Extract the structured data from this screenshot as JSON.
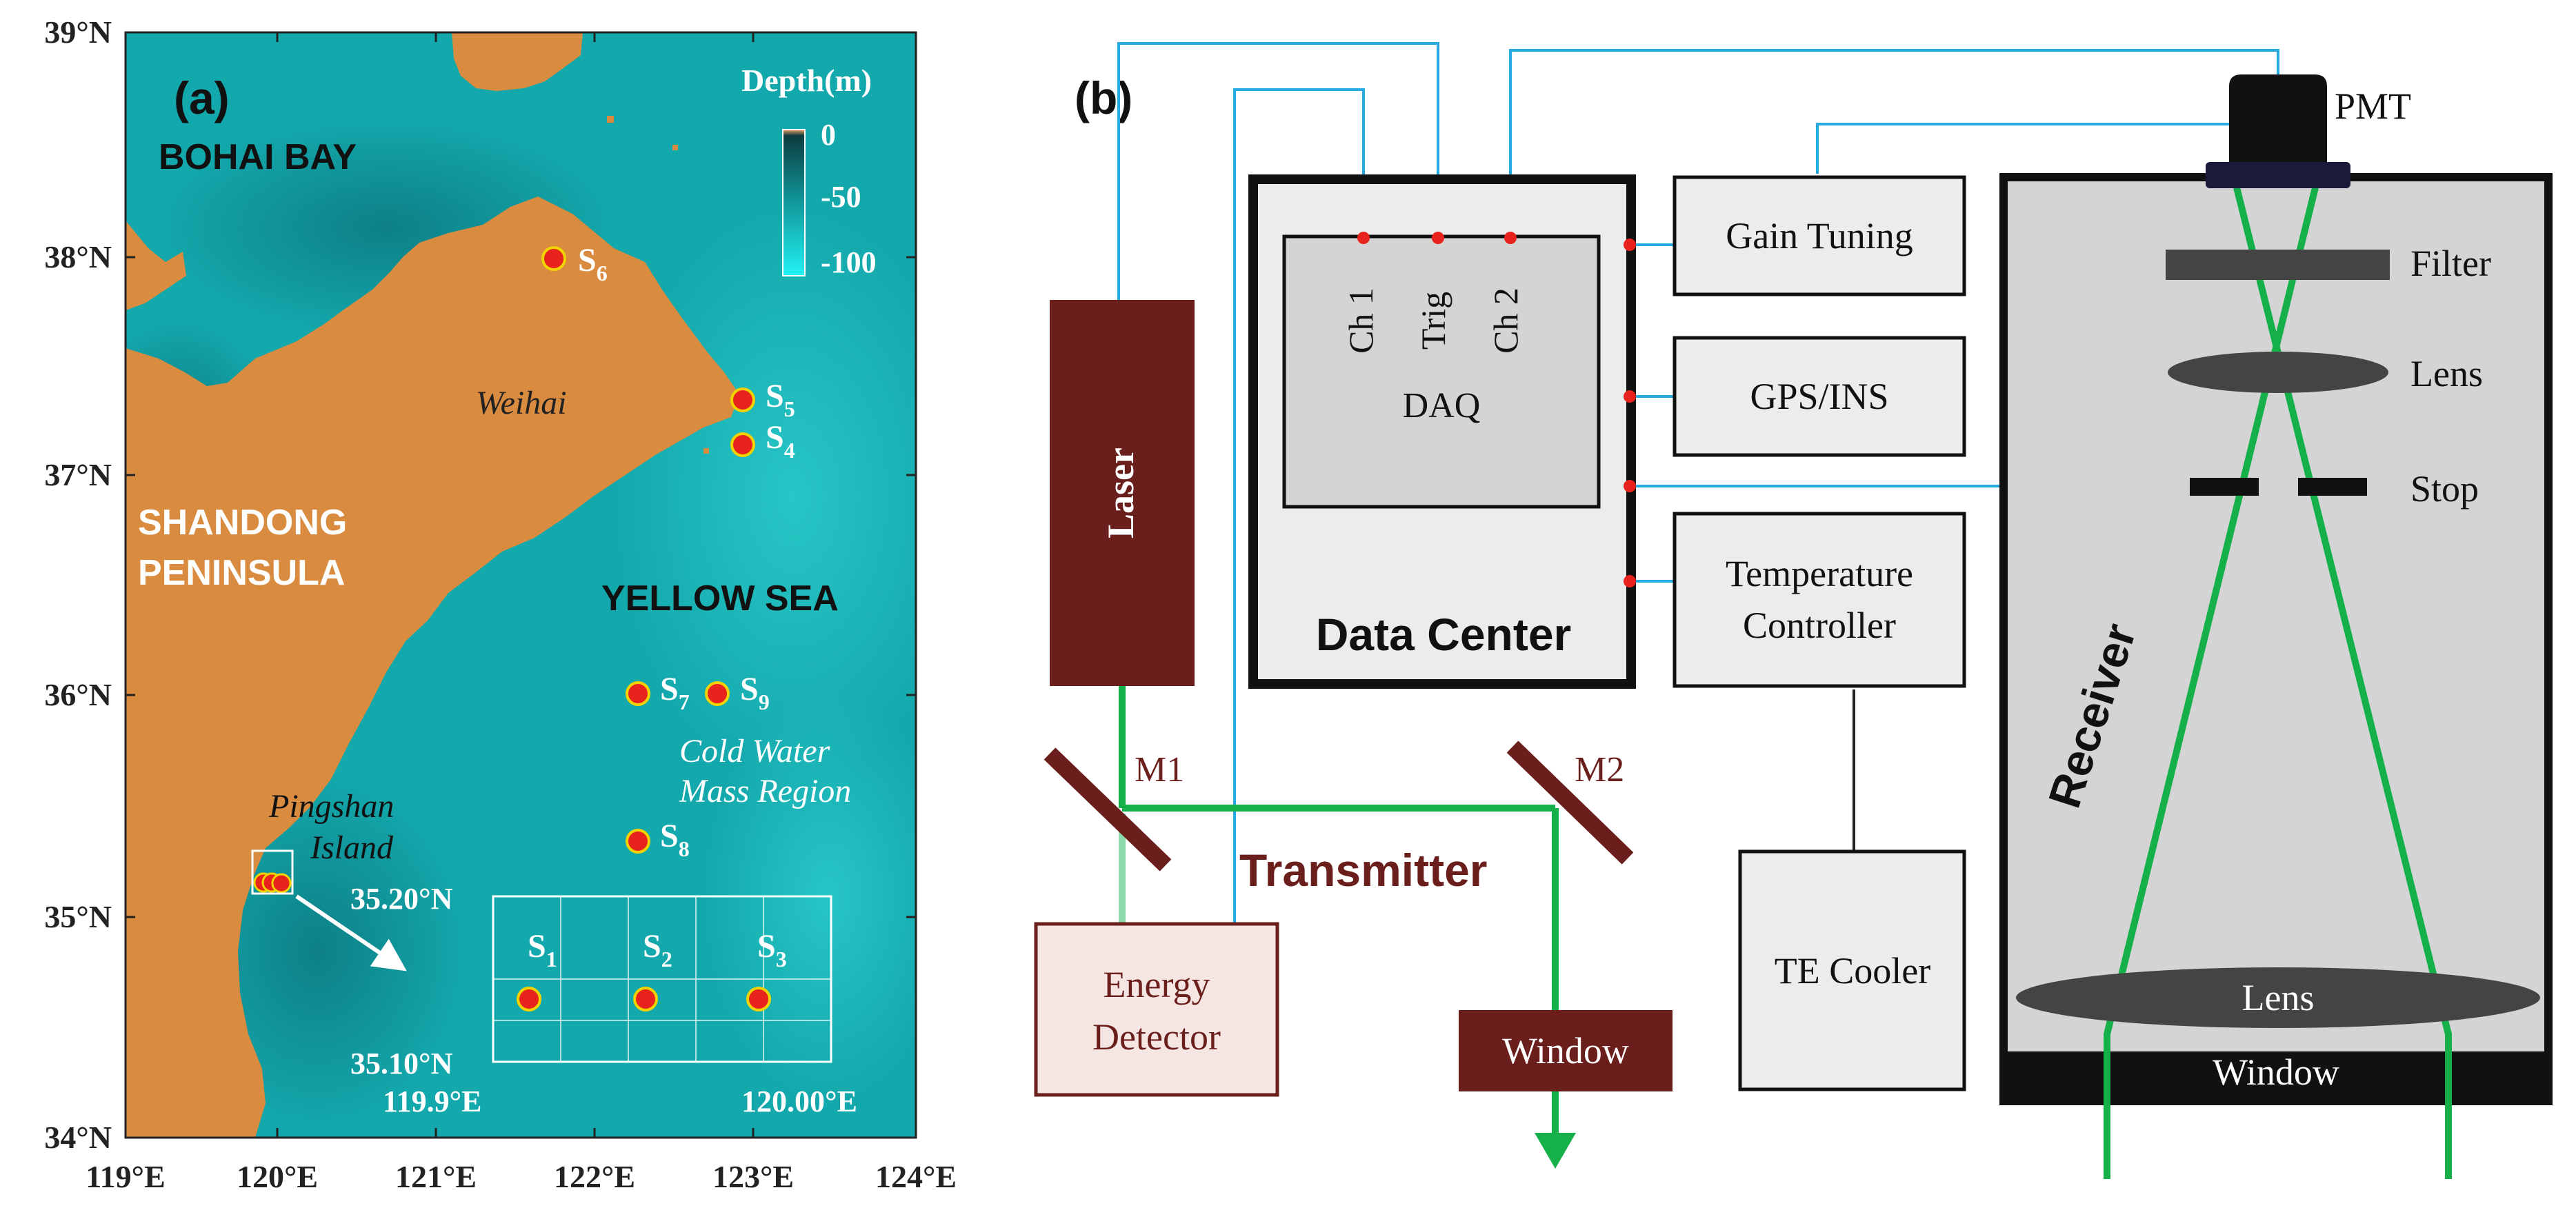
{
  "panel_a": {
    "label": "(a)",
    "y_ticks": [
      "39°N",
      "38°N",
      "37°N",
      "36°N",
      "35°N",
      "34°N"
    ],
    "x_ticks": [
      "119°E",
      "120°E",
      "121°E",
      "122°E",
      "123°E",
      "124°E"
    ],
    "region_labels": {
      "bohai": "BOHAI BAY",
      "shandong_1": "SHANDONG",
      "shandong_2": "PENINSULA",
      "yellow_sea": "YELLOW SEA",
      "weihai": "Weihai",
      "pingshan_1": "Pingshan",
      "pingshan_2": "Island",
      "cold_water_1": "Cold Water",
      "cold_water_2": "Mass Region"
    },
    "colorbar": {
      "title": "Depth(m)",
      "ticks": [
        "0",
        "-50",
        "-100"
      ]
    },
    "stations": {
      "s6": {
        "letter": "S",
        "sub": "6"
      },
      "s5": {
        "letter": "S",
        "sub": "5"
      },
      "s4": {
        "letter": "S",
        "sub": "4"
      },
      "s7": {
        "letter": "S",
        "sub": "7"
      },
      "s9": {
        "letter": "S",
        "sub": "9"
      },
      "s8": {
        "letter": "S",
        "sub": "8"
      },
      "s1": {
        "letter": "S",
        "sub": "1"
      },
      "s2": {
        "letter": "S",
        "sub": "2"
      },
      "s3": {
        "letter": "S",
        "sub": "3"
      }
    },
    "inset": {
      "lat_top": "35.20°N",
      "lat_bottom": "35.10°N",
      "lon_left": "119.9°E",
      "lon_right": "120.00°E"
    },
    "colors": {
      "land": "#d98b3f",
      "sea": "#13a8ac",
      "station_fill": "#e8221c",
      "station_ring": "#f2d300"
    }
  },
  "panel_b": {
    "label": "(b)",
    "laser": "Laser",
    "data_center": "Data Center",
    "daq": {
      "ch1": "Ch 1",
      "trig": "Trig",
      "ch2": "Ch 2",
      "title": "DAQ"
    },
    "gain_tuning": "Gain Tuning",
    "gps_ins": "GPS/INS",
    "temp_controller_1": "Temperature",
    "temp_controller_2": "Controller",
    "te_cooler": "TE Cooler",
    "m1": "M1",
    "m2": "M2",
    "transmitter": "Transmitter",
    "energy_detector_1": "Energy",
    "energy_detector_2": "Detector",
    "window_tx": "Window",
    "receiver": "Receiver",
    "pmt": "PMT",
    "filter": "Filter",
    "lens_top": "Lens",
    "stop": "Stop",
    "lens_bottom": "Lens",
    "window_rx": "Window",
    "colors": {
      "laser_box": "#6b1f1c",
      "beam": "#16b04a",
      "beam_light": "#8ed8ad",
      "signal": "#27a9e1",
      "node": "#e8221c",
      "panel_grey": "#d4d4d4",
      "box_grey": "#ececec"
    }
  }
}
